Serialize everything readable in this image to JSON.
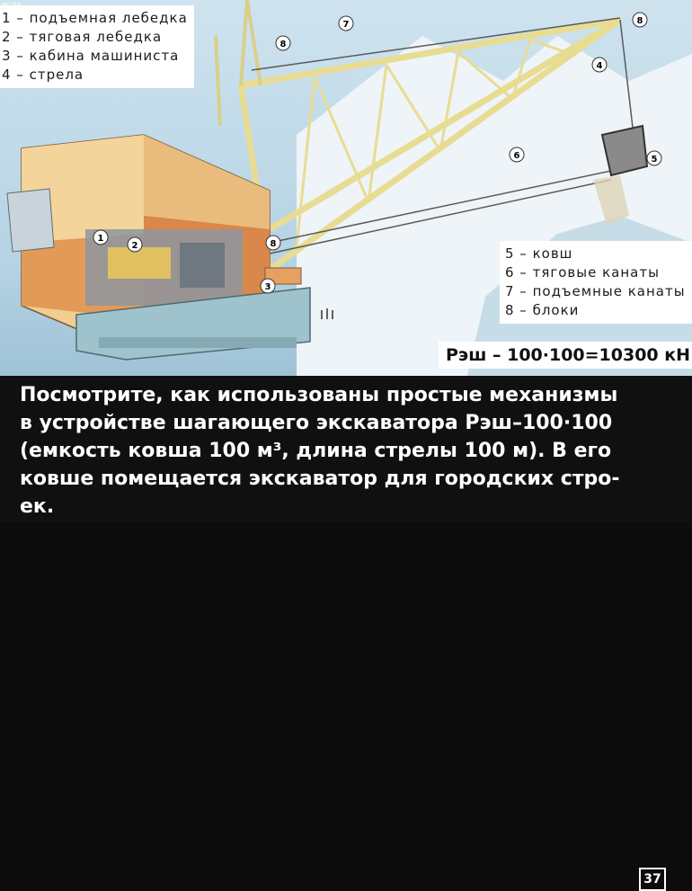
{
  "legend_top": [
    "1 – подъемная лебедка",
    "2 – тяговая лебедка",
    "3 – кабина машиниста",
    "4 – стрела"
  ],
  "legend_bottom": [
    "5 – ковш",
    "6 – тяговые канаты",
    "7 – подъемные канаты",
    "8 – блоки"
  ],
  "formula": "Рэш – 100·100=10300 кН",
  "caption": [
    "Посмотрите, как использованы простые механизмы",
    "в устройстве шагающего экскаватора Рэш–100·100",
    "(емкость ковша 100 м³, длина стрелы 100 м). В его",
    "ковше помещается экскаватор для городских стро-",
    "ек."
  ],
  "page_number": "37",
  "corner_mark": "РСДБ",
  "diagram_labels": [
    "1",
    "2",
    "3",
    "4",
    "5",
    "6",
    "7",
    "8",
    "8",
    "8"
  ],
  "colors": {
    "sky": "#cfe3ef",
    "boom": "#efe6a8",
    "body": "#f1c98a",
    "body_shadow": "#d88a4a",
    "base": "#9cc4cf",
    "caption_bg": "#101010"
  }
}
